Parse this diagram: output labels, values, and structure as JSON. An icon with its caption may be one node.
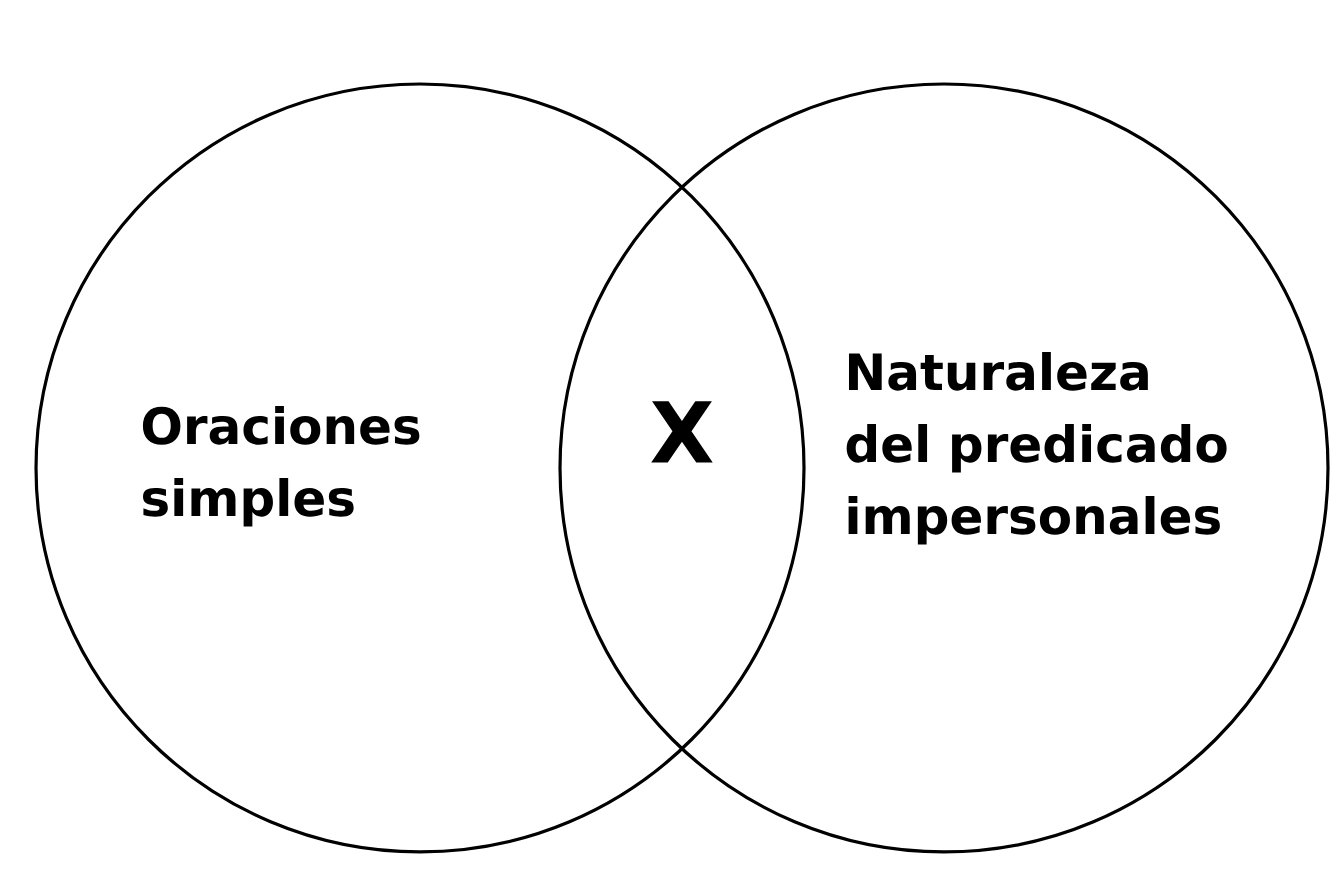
{
  "diagram": {
    "nodes": [
      {
        "text": [
          "Oraciones simples"
        ]
      },
      {
        "text": [
          "Naturaleza del predicado impersonales"
        ]
      }
    ],
    "labels": [
      "X"
    ]
  }
}
